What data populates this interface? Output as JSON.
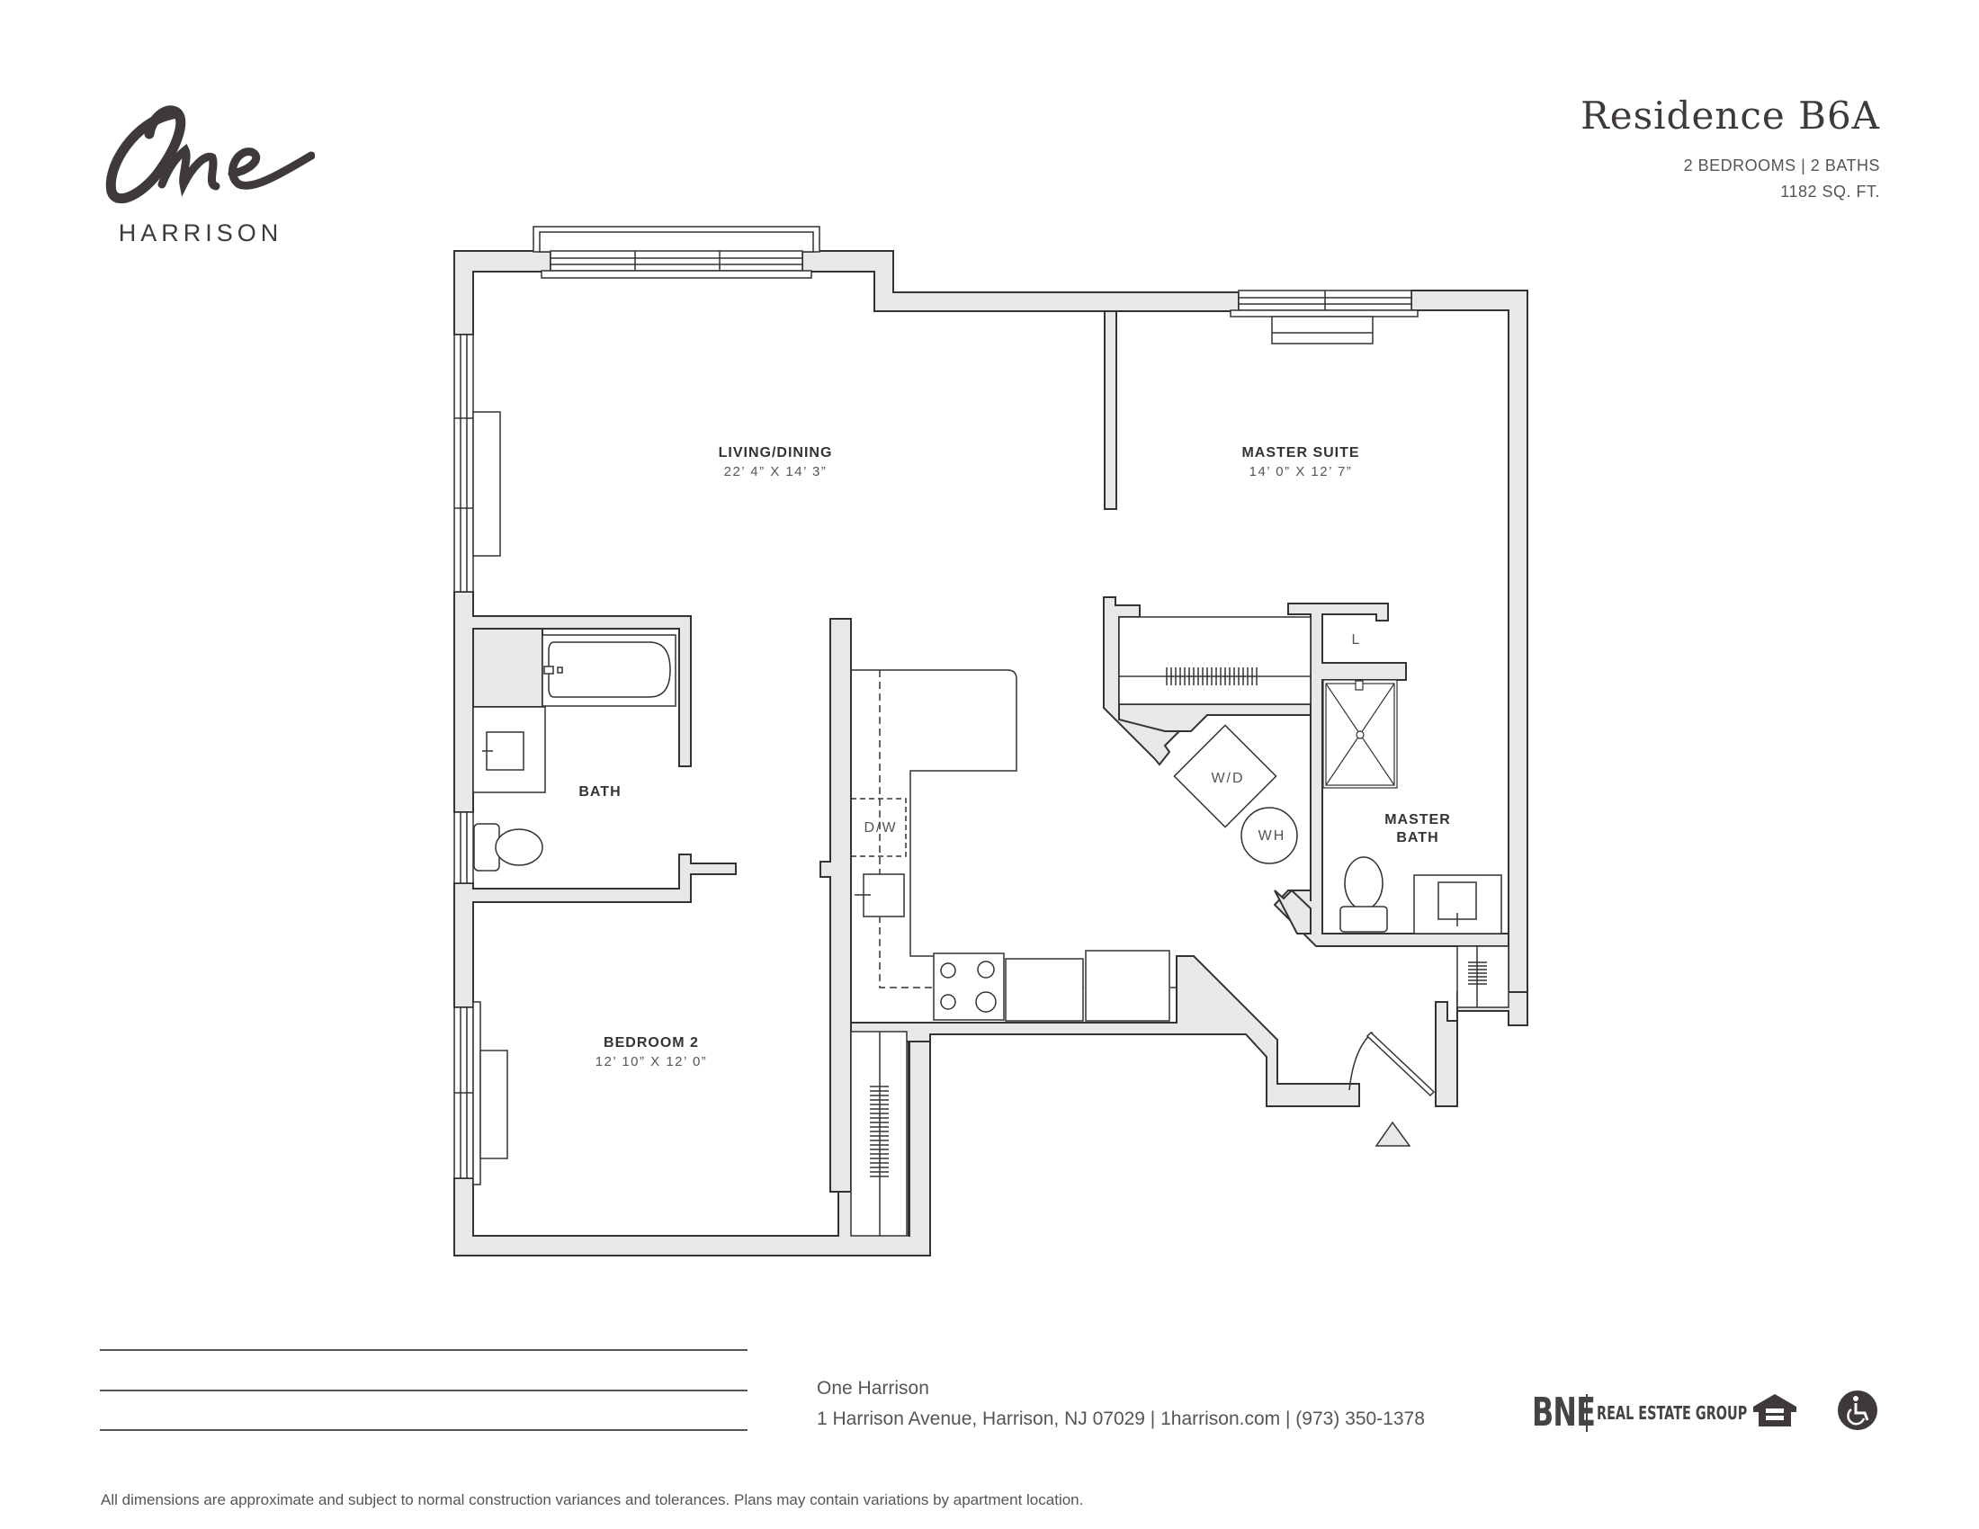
{
  "header": {
    "logo_script": "One",
    "logo_word": "HARRISON",
    "residence_title": "Residence B6A",
    "bed_bath": "2 BEDROOMS | 2 BATHS",
    "square_feet": "1182 SQ. FT."
  },
  "rooms": {
    "living": {
      "name": "LIVING/DINING",
      "dims": "22’ 4” X 14’ 3”"
    },
    "master_suite": {
      "name": "MASTER SUITE",
      "dims": "14’ 0” X 12’ 7”"
    },
    "bath": {
      "name": "BATH"
    },
    "master_bath": {
      "name": "MASTER BATH",
      "line1": "MASTER",
      "line2": "BATH"
    },
    "bedroom2": {
      "name": "BEDROOM 2",
      "dims": "12’ 10” X 12’ 0”"
    }
  },
  "fixtures": {
    "dishwasher": "D/W",
    "washer_dryer": "W/D",
    "water_heater": "WH",
    "linen": "L"
  },
  "colors": {
    "wall_fill": "#e8e8e8",
    "line": "#333333",
    "text": "#3d3a39"
  },
  "footer": {
    "property_name": "One Harrison",
    "address_line": "1 Harrison Avenue, Harrison, NJ 07029 | 1harrison.com | (973) 350-1378",
    "disclaimer": "All dimensions are approximate and subject to normal construction variances and tolerances. Plans may contain variations by apartment location.",
    "broker_logo_big": "BNE",
    "broker_logo_small": "REAL ESTATE GROUP",
    "icons": [
      "equal-housing-icon",
      "accessibility-icon"
    ]
  }
}
